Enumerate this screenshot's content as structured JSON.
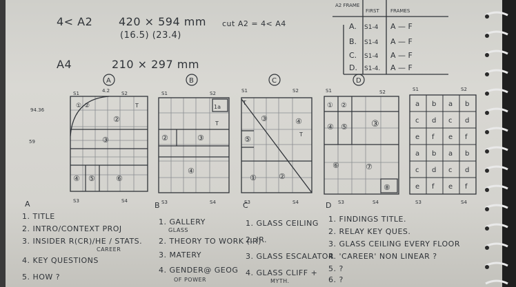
{
  "header": {
    "size_a2": "4< A2",
    "dims_a2": "420 × 594 mm",
    "inches_a2": "(16.5)  (23.4)",
    "note_a2": "cut A2 = 4< A4",
    "size_a4": "A4",
    "dims_a4": "210 × 297 mm"
  },
  "frame_table": {
    "col_frame": "A2 FRAME",
    "col_first": "FIRST",
    "col_frames": "FRAMES",
    "rows": [
      {
        "frame": "A.",
        "first": "S1-4",
        "frames": "A — F"
      },
      {
        "frame": "B.",
        "first": "S1-4",
        "frames": "A — F"
      },
      {
        "frame": "C.",
        "first": "S1-4",
        "frames": "A — F"
      },
      {
        "frame": "D.",
        "first": "S1-4.",
        "frames": "A — F"
      }
    ]
  },
  "layouts": [
    {
      "id": "A",
      "top_left": "S1",
      "top_mid": "4.2",
      "top_right": "S2",
      "bottom_left": "S3",
      "bottom_right": "S4",
      "side_note": "94.36",
      "side_note2": "59",
      "cells": [
        "①",
        "②",
        "③",
        "④",
        "⑤",
        "⑥",
        "T"
      ]
    },
    {
      "id": "B",
      "top_left": "S1",
      "top_right": "S2",
      "bottom_left": "S3",
      "bottom_right": "S4",
      "cells": [
        "1a",
        "②",
        "③",
        "④",
        "T"
      ]
    },
    {
      "id": "C",
      "top_left": "S1",
      "top_right": "S2",
      "bottom_left": "S3",
      "bottom_right": "S4",
      "cells": [
        "③",
        "④",
        "⑤",
        "①",
        "②",
        "T"
      ]
    },
    {
      "id": "D",
      "top_left": "S1",
      "top_right": "S2",
      "bottom_left": "S3",
      "bottom_right": "S4",
      "cells": [
        "①",
        "②",
        "③",
        "④",
        "⑤",
        "⑥",
        "⑦",
        "⑧"
      ]
    },
    {
      "id": "E",
      "top_left": "S1",
      "top_right": "S2",
      "bottom_left": "S3",
      "bottom_right": "S4",
      "cells": [
        "a",
        "b",
        "a",
        "b",
        "c",
        "d",
        "c",
        "d",
        "e",
        "f",
        "e",
        "f",
        "a",
        "b",
        "a",
        "b",
        "c",
        "d",
        "c",
        "d",
        "e",
        "f",
        "e",
        "f"
      ]
    }
  ],
  "lists": {
    "A": {
      "label": "A",
      "items": [
        "1. TITLE",
        "2. INTRO/CONTEXT PROJ",
        "3. INSIDER R(CR)/HE / STATS.",
        "4. KEY QUESTIONS",
        "5. HOW ?"
      ],
      "sub": "CAREER"
    },
    "B": {
      "label": "B",
      "items": [
        "1. GALLERY",
        "2. THEORY TO WORK (IR)",
        "3. MATERY",
        "4. GENDER@ GEOG"
      ],
      "sub1": "GLASS",
      "sub2": "OF POWER"
    },
    "C": {
      "label": "C",
      "items": [
        "1. GLASS CEILING",
        "2. IR.",
        "3. GLASS ESCALATOR",
        "4. GLASS CLIFF +"
      ],
      "sub": "MYTH."
    },
    "D": {
      "label": "D",
      "items": [
        "1. FINDINGS TITLE.",
        "2. RELAY KEY QUES.",
        "3. GLASS CEILING EVERY FLOOR",
        "4. 'CAREER' NON LINEAR ?",
        "5. ?",
        "6. ?"
      ]
    }
  }
}
